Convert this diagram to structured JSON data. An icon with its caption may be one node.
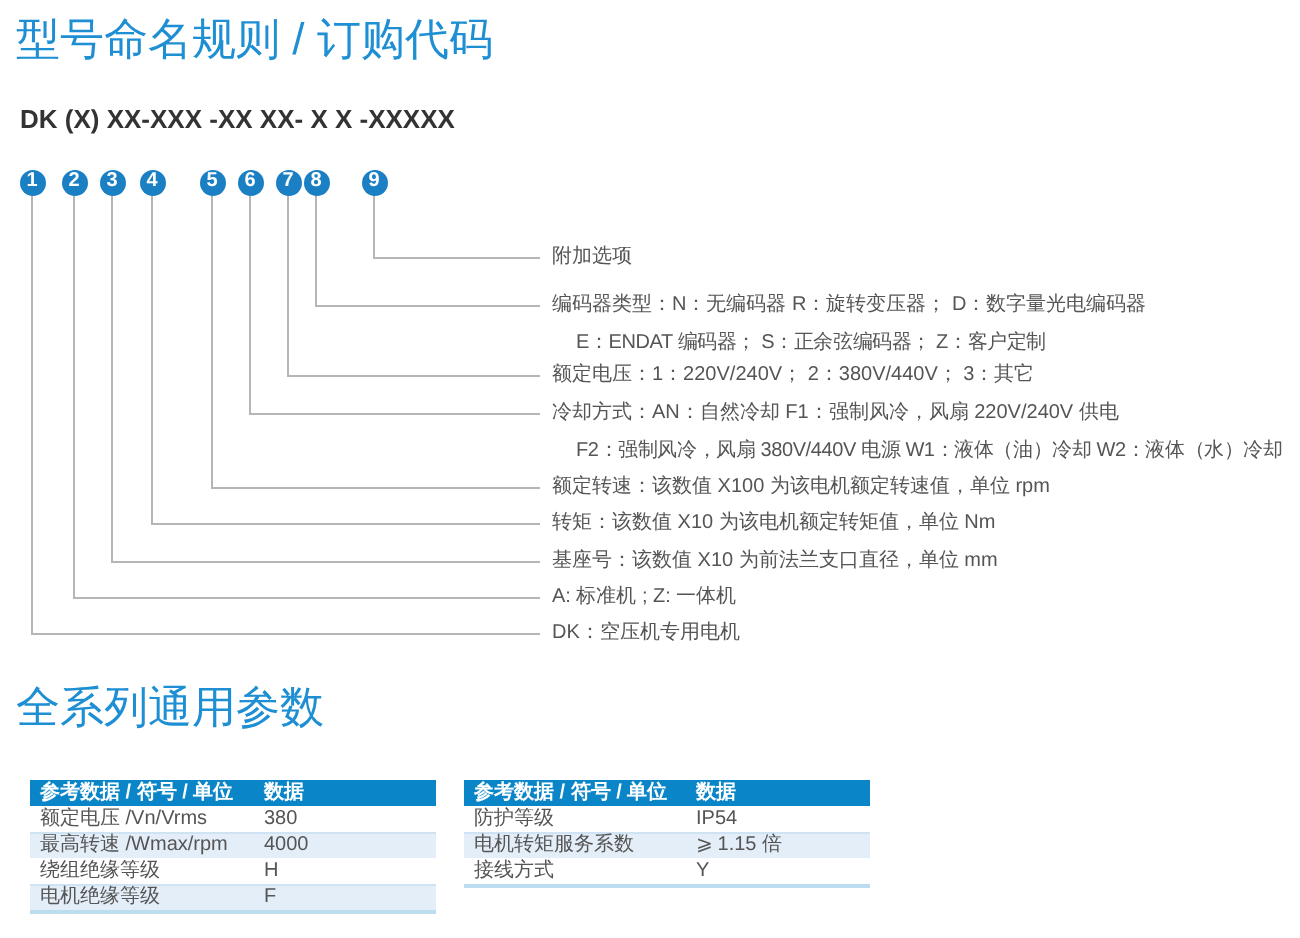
{
  "diagram": {
    "title": "型号命名规则 / 订购代码",
    "nodes": [
      {
        "text": [
          "1"
        ]
      },
      {
        "text": [
          "2"
        ]
      },
      {
        "text": [
          "3"
        ]
      },
      {
        "text": [
          "4"
        ]
      },
      {
        "text": [
          "5"
        ]
      },
      {
        "text": [
          "6"
        ]
      },
      {
        "text": [
          "7"
        ]
      },
      {
        "text": [
          "8"
        ]
      },
      {
        "text": [
          "9"
        ]
      },
      {
        "text": [
          "附加选项"
        ]
      },
      {
        "text": [
          "编码器类型：N：无编码器 R：旋转变压器； D：数字量光电编码器",
          "E：ENDAT 编码器； S：正余弦编码器； Z：客户定制"
        ]
      },
      {
        "text": [
          "额定电压：1：220V/240V； 2：380V/440V； 3：其它"
        ]
      },
      {
        "text": [
          "冷却方式：AN：自然冷却 F1：强制风冷，风扇 220V/240V 供电",
          "F2：强制风冷，风扇 380V/440V 电源 W1：液体（油）冷却 W2：液体（水）冷却"
        ]
      },
      {
        "text": [
          "额定转速：该数值 X100 为该电机额定转速值，单位 rpm"
        ]
      },
      {
        "text": [
          "转矩：该数值 X10 为该电机额定转矩值，单位 Nm"
        ]
      },
      {
        "text": [
          "基座号：该数值 X10 为前法兰支口直径，单位 mm"
        ]
      },
      {
        "text": [
          "A: 标准机 ; Z: 一体机"
        ]
      },
      {
        "text": [
          "DK：空压机专用电机"
        ]
      }
    ],
    "edges": [
      {
        "from": 8,
        "to": 9,
        "arrow": "none"
      },
      {
        "from": 7,
        "to": 10,
        "arrow": "none"
      },
      {
        "from": 6,
        "to": 11,
        "arrow": "none"
      },
      {
        "from": 5,
        "to": 12,
        "arrow": "none"
      },
      {
        "from": 4,
        "to": 13,
        "arrow": "none"
      },
      {
        "from": 3,
        "to": 14,
        "arrow": "none"
      },
      {
        "from": 2,
        "to": 15,
        "arrow": "none"
      },
      {
        "from": 1,
        "to": 16,
        "arrow": "none"
      },
      {
        "from": 0,
        "to": 17,
        "arrow": "none"
      }
    ],
    "labels": [
      "DK (X) XX-XXX -XX XX- X X -XXXXX",
      "全系列通用参数",
      "参考数据 / 符号 / 单位",
      "数据",
      "额定电压 /Vn/Vrms",
      "380",
      "最高转速 /Wmax/rpm",
      "4000",
      "绕组绝缘等级",
      "H",
      "电机绝缘等级",
      "F",
      "参考数据 / 符号 / 单位",
      "数据",
      "防护等级",
      "IP54",
      "电机转矩服务系数",
      "⩾ 1.15 倍",
      "接线方式",
      "Y"
    ]
  }
}
